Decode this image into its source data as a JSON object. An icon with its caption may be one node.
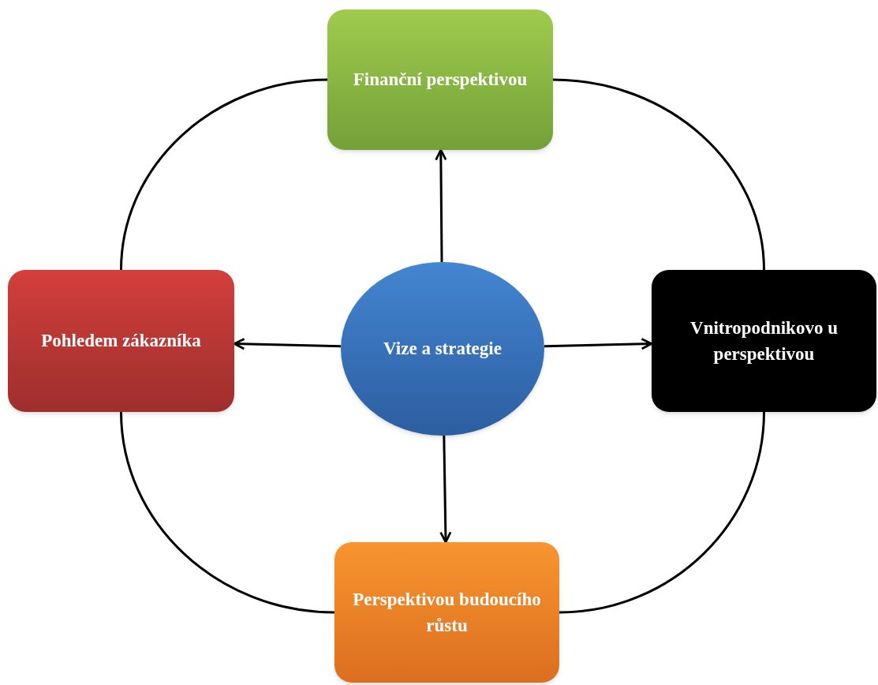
{
  "diagram": {
    "nodes": [
      {
        "text": [
          "Vize a strategie"
        ]
      },
      {
        "text": [
          "Finanční perspektivou"
        ]
      },
      {
        "text": [
          "Pohledem zákazníka"
        ]
      },
      {
        "text": [
          "Vnitropodnikovo u perspektivou"
        ]
      },
      {
        "text": [
          "Perspektivou budoucího růstu"
        ]
      }
    ],
    "edges": [
      {
        "from": 0,
        "to": 1,
        "arrow": "to"
      },
      {
        "from": 0,
        "to": 2,
        "arrow": "to"
      },
      {
        "from": 0,
        "to": 3,
        "arrow": "to"
      },
      {
        "from": 0,
        "to": 4,
        "arrow": "to"
      },
      {
        "from": 1,
        "to": 2,
        "arrow": "none"
      },
      {
        "from": 1,
        "to": 3,
        "arrow": "none"
      },
      {
        "from": 2,
        "to": 4,
        "arrow": "none"
      },
      {
        "from": 3,
        "to": 4,
        "arrow": "none"
      }
    ]
  }
}
